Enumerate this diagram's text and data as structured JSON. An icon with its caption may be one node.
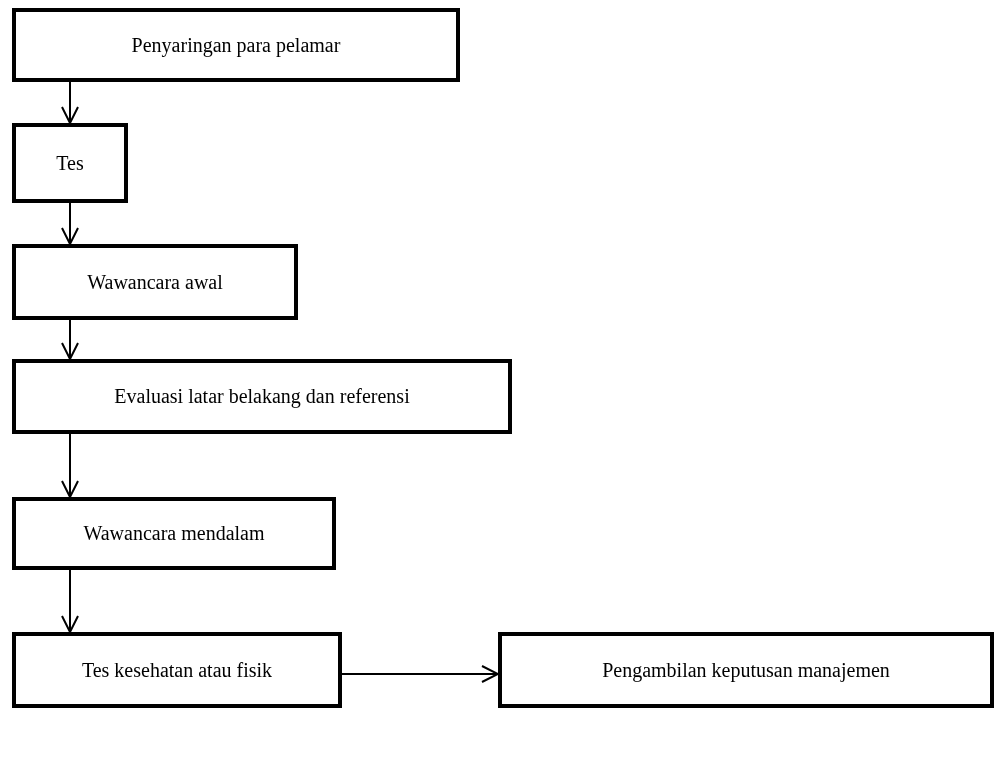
{
  "diagram": {
    "nodes": [
      {
        "text": [
          "Penyaringan para pelamar"
        ]
      },
      {
        "text": [
          "Tes"
        ]
      },
      {
        "text": [
          "Wawancara awal"
        ]
      },
      {
        "text": [
          "Evaluasi latar belakang dan referensi"
        ]
      },
      {
        "text": [
          "Wawancara mendalam"
        ]
      },
      {
        "text": [
          "Tes kesehatan atau fisik"
        ]
      },
      {
        "text": [
          "Pengambilan keputusan manajemen"
        ]
      }
    ],
    "edges": [
      {
        "from": 0,
        "to": 1,
        "arrow": "to"
      },
      {
        "from": 1,
        "to": 2,
        "arrow": "to"
      },
      {
        "from": 2,
        "to": 3,
        "arrow": "to"
      },
      {
        "from": 3,
        "to": 4,
        "arrow": "to"
      },
      {
        "from": 4,
        "to": 5,
        "arrow": "to"
      },
      {
        "from": 5,
        "to": 6,
        "arrow": "to"
      }
    ]
  }
}
